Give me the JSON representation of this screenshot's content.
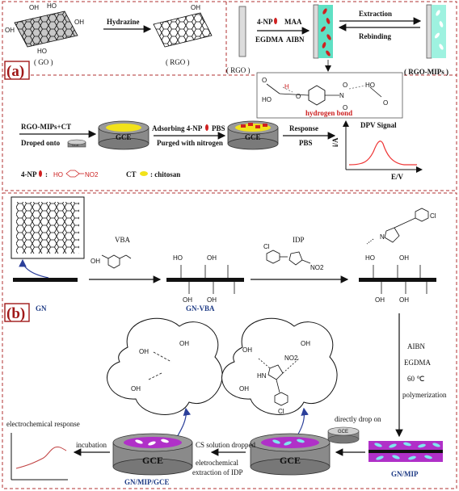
{
  "panel_a": {
    "label": "(a)",
    "go": "( GO )",
    "rgo1": "( RGO )",
    "rgo2": "( RGO )",
    "rgo_mips": "( RGO-MIPs )",
    "hydrazine": "Hydrazine",
    "np4": "4-NP",
    "maa": "MAA",
    "egdma": "EGDMA",
    "aibn": "AIBN",
    "extraction": "Extraction",
    "rebinding": "Rebinding",
    "hydrogen_bond": "hydrogen bond",
    "rgo_mips_ct": "RGO-MIPs+CT",
    "droped_onto": "Droped onto",
    "gce": "GCE",
    "gce_small": "GCE",
    "adsorbing": "Adsorbing 4-NP",
    "pbs1": "PBS",
    "purged": "Purged with nitrogen",
    "response": "Response",
    "pbs2": "PBS",
    "dpv": "DPV Signal",
    "ia": "i/A",
    "ev": "E/V",
    "legend_np": "4-NP",
    "legend_np_formula_ho": "HO",
    "legend_np_formula_no2": "NO2",
    "legend_ct": "CT",
    "legend_ct_text": ": chitosan",
    "oh_labels": [
      "OH",
      "HO",
      "OH",
      "OH",
      "HO",
      "OH",
      "OH",
      "OH"
    ]
  },
  "panel_b": {
    "label": "(b)",
    "gn": "GN",
    "vba": "VBA",
    "gn_vba": "GN-VBA",
    "idp": "IDP",
    "cl": "Cl",
    "no2": "NO2",
    "aibn": "AIBN",
    "egdma": "EGDMA",
    "temp": "60 ℃",
    "polymerization": "polymerization",
    "directly_drop": "directly drop on",
    "gce_small": "GCE",
    "gn_mip": "GN/MIP",
    "cs_dropped": "CS solution dropped",
    "extraction_idp": "eletrochemical\nextraction of IDP",
    "incubation": "incubation",
    "electrochemical_response": "electrochemical response",
    "gce1": "GCE",
    "gce2": "GCE",
    "gn_mip_gce": "GN/MIP/GCE",
    "oh": "OH",
    "ho": "HO",
    "hn": "HN",
    "n": "N"
  },
  "colors": {
    "frame_dash": "#b03030",
    "label_red": "#a01818",
    "blue_text": "#1f3c86",
    "template_red": "#d02020",
    "cavity_cyan": "#8ff0dd",
    "mip_purple": "#b030c8",
    "mip_cyan": "#7fe6ee",
    "chitosan_yellow": "#f2e21a",
    "gce_gray": "#8a8a8a"
  }
}
